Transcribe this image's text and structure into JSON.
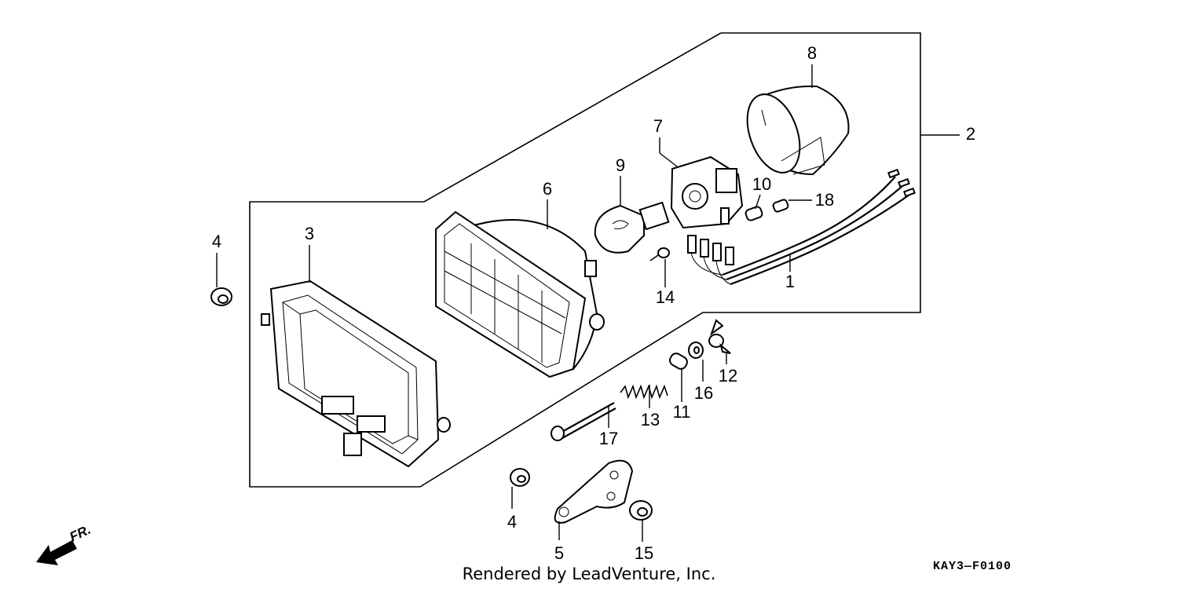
{
  "diagram": {
    "callouts": [
      {
        "id": "c1",
        "label": "1"
      },
      {
        "id": "c2",
        "label": "2"
      },
      {
        "id": "c3",
        "label": "3"
      },
      {
        "id": "c4a",
        "label": "4"
      },
      {
        "id": "c4b",
        "label": "4"
      },
      {
        "id": "c5",
        "label": "5"
      },
      {
        "id": "c6",
        "label": "6"
      },
      {
        "id": "c7",
        "label": "7"
      },
      {
        "id": "c8",
        "label": "8"
      },
      {
        "id": "c9",
        "label": "9"
      },
      {
        "id": "c10",
        "label": "10"
      },
      {
        "id": "c11",
        "label": "11"
      },
      {
        "id": "c12",
        "label": "12"
      },
      {
        "id": "c13",
        "label": "13"
      },
      {
        "id": "c14",
        "label": "14"
      },
      {
        "id": "c15",
        "label": "15"
      },
      {
        "id": "c16",
        "label": "16"
      },
      {
        "id": "c17",
        "label": "17"
      },
      {
        "id": "c18",
        "label": "18"
      }
    ],
    "direction_label": "FR.",
    "footer_credit": "Rendered by LeadVenture, Inc.",
    "diagram_code": "KAY3—F0100"
  }
}
